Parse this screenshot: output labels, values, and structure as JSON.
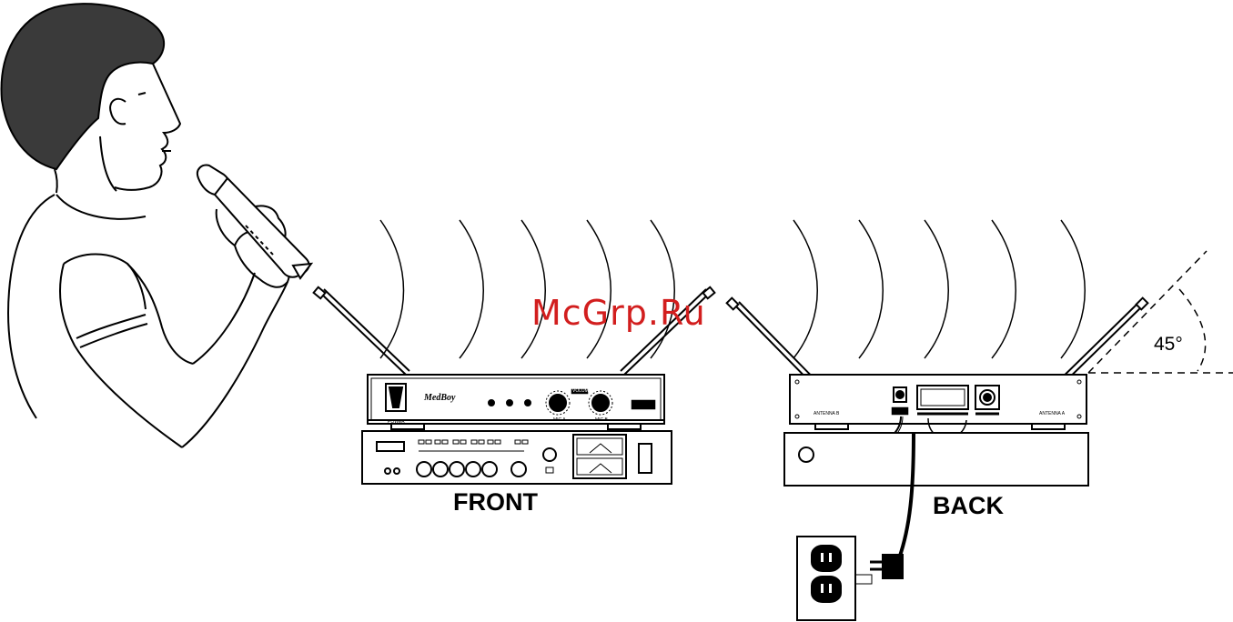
{
  "labels": {
    "front": "FRONT",
    "back": "BACK",
    "angle": "45°",
    "watermark": "McGrp.Ru"
  },
  "front_panel": {
    "brand": "MedBoy",
    "power": "POWER",
    "volume": "VOLUME",
    "mic_a": "MIC A",
    "mic_b": "MIC B"
  },
  "back_panel": {
    "antenna_a": "ANTENNA A",
    "antenna_b": "ANTENNA B"
  },
  "colors": {
    "line": "#000000",
    "hair": "#3a3a3a",
    "watermark": "#d21e1e"
  },
  "icons": [
    "singer-figure",
    "microphone",
    "antenna",
    "radio-wave",
    "power-outlet",
    "power-plug"
  ]
}
